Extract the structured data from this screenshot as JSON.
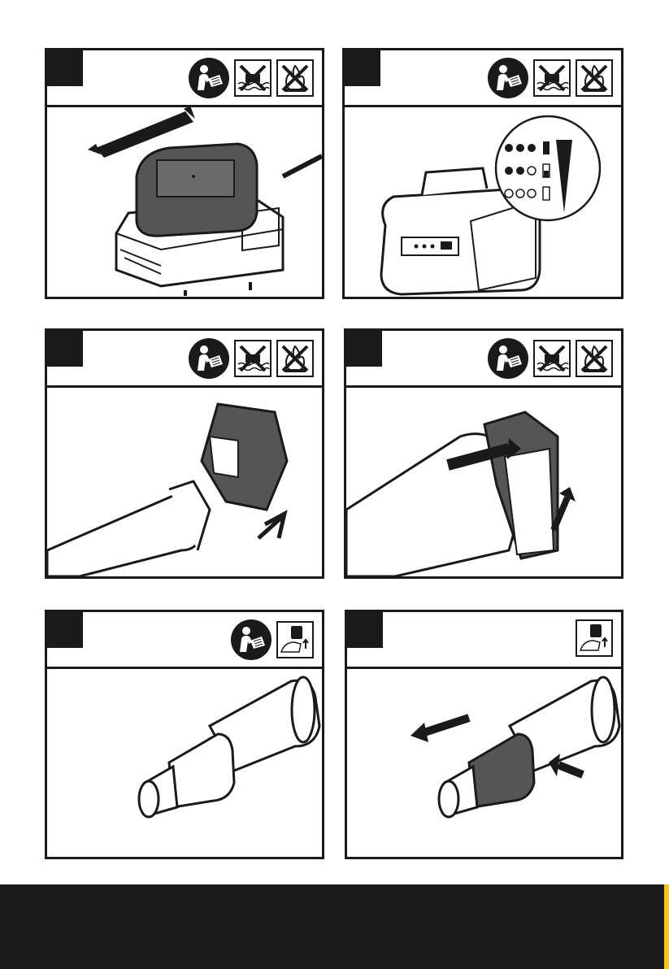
{
  "page": {
    "background": "#ffffff",
    "ink": "#1a1a1a",
    "footer_color": "#1c1c1c",
    "accent": "#f3c316"
  },
  "panels": [
    {
      "name": "charge-battery-panel",
      "icons": [
        "read-manual-icon",
        "no-water-icon",
        "no-fire-icon"
      ]
    },
    {
      "name": "battery-indicator-panel",
      "icons": [
        "read-manual-icon",
        "no-water-icon",
        "no-fire-icon"
      ]
    },
    {
      "name": "install-battery-panel",
      "icons": [
        "read-manual-icon",
        "no-water-icon",
        "no-fire-icon"
      ]
    },
    {
      "name": "remove-battery-panel",
      "icons": [
        "read-manual-icon",
        "no-water-icon",
        "no-fire-icon"
      ]
    },
    {
      "name": "attach-nozzle-panel",
      "icons": [
        "read-manual-icon",
        "remove-battery-icon"
      ]
    },
    {
      "name": "detach-nozzle-panel",
      "icons": [
        "remove-battery-icon"
      ]
    }
  ],
  "battery_indicator_levels": [
    "full",
    "medium",
    "low"
  ]
}
